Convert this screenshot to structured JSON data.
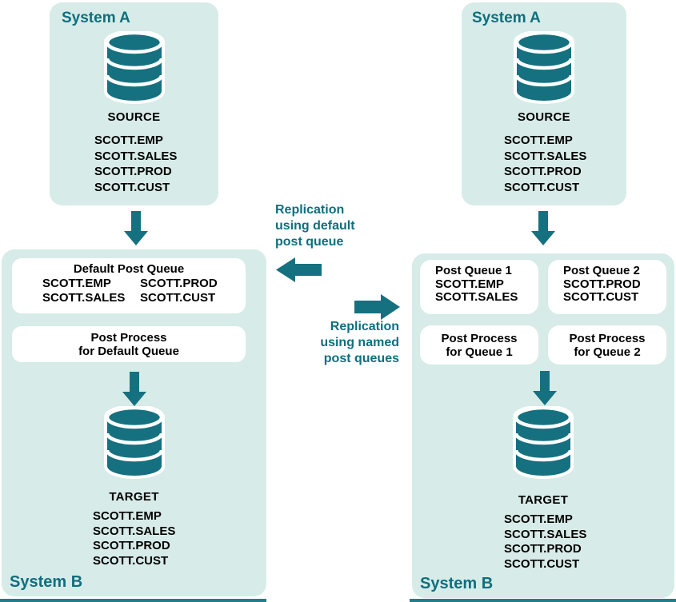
{
  "colors": {
    "accent_teal": "#0e6f7e",
    "shape_teal": "#15717f",
    "panel_background": "#d7ebe8",
    "white_box": "#ffffff",
    "bottom_bar": "#1e7f8b",
    "table_text": "#000000"
  },
  "left_system_a": {
    "title": "System A",
    "db_icon": "database-icon",
    "db_label": "SOURCE",
    "tables": [
      "SCOTT.EMP",
      "SCOTT.SALES",
      "SCOTT.PROD",
      "SCOTT.CUST"
    ]
  },
  "left_system_b": {
    "title": "System B",
    "default_queue": {
      "title": "Default Post Queue",
      "col1": [
        "SCOTT.EMP",
        "SCOTT.SALES"
      ],
      "col2": [
        "SCOTT.PROD",
        "SCOTT.CUST"
      ]
    },
    "post_process": {
      "line1": "Post Process",
      "line2": "for Default Queue"
    },
    "db_label": "TARGET",
    "tables": [
      "SCOTT.EMP",
      "SCOTT.SALES",
      "SCOTT.PROD",
      "SCOTT.CUST"
    ]
  },
  "middle": {
    "top_label": {
      "line1": "Replication",
      "line2": "using default",
      "line3": "post queue"
    },
    "bottom_label": {
      "line1": "Replication",
      "line2": "using named",
      "line3": "post queues"
    }
  },
  "right_system_a": {
    "title": "System A",
    "db_icon": "database-icon",
    "db_label": "SOURCE",
    "tables": [
      "SCOTT.EMP",
      "SCOTT.SALES",
      "SCOTT.PROD",
      "SCOTT.CUST"
    ]
  },
  "right_system_b": {
    "title": "System B",
    "queue1": {
      "title": "Post Queue 1",
      "tables": [
        "SCOTT.EMP",
        "SCOTT.SALES"
      ]
    },
    "queue2": {
      "title": "Post Queue 2",
      "tables": [
        "SCOTT.PROD",
        "SCOTT.CUST"
      ]
    },
    "process1": {
      "line1": "Post Process",
      "line2": "for Queue 1"
    },
    "process2": {
      "line1": "Post Process",
      "line2": "for Queue 2"
    },
    "db_label": "TARGET",
    "tables": [
      "SCOTT.EMP",
      "SCOTT.SALES",
      "SCOTT.PROD",
      "SCOTT.CUST"
    ]
  }
}
